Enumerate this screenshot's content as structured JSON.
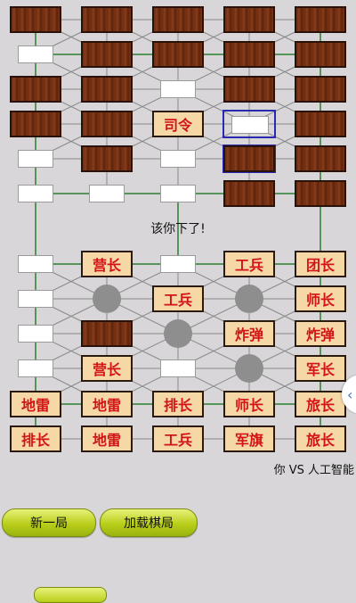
{
  "status_text": "该你下了!",
  "vs_text": "你 VS 人工智能",
  "buttons": {
    "new_game": "新一局",
    "load_game": "加载棋局"
  },
  "colors": {
    "piece_face": "#f6d7a6",
    "piece_text": "#d21414",
    "piece_back": "#7a3416",
    "button": "#c6d62a",
    "camp": "#8e8e8e",
    "rail": "#2e7d32"
  },
  "board": {
    "columns": 5,
    "opponent_rows": [
      [
        "hidden",
        "hidden",
        "hidden",
        "hidden",
        "hidden"
      ],
      [
        "empty",
        "hidden",
        "hidden",
        "hidden",
        "hidden"
      ],
      [
        "hidden",
        "hidden",
        "empty",
        "hidden",
        "hidden"
      ],
      [
        "hidden",
        "hidden",
        "司令",
        "empty-selected",
        "hidden"
      ],
      [
        "empty",
        "hidden",
        "empty",
        "hidden-selected",
        "hidden"
      ],
      [
        "empty",
        "empty",
        "empty",
        "hidden",
        "hidden"
      ]
    ],
    "player_rows": [
      [
        "empty",
        "营长",
        "empty",
        "工兵",
        "团长"
      ],
      [
        "empty",
        "camp",
        "工兵",
        "camp",
        "师长"
      ],
      [
        "empty",
        "hidden",
        "camp",
        "炸弹",
        "炸弹"
      ],
      [
        "empty",
        "营长",
        "empty",
        "camp",
        "军长"
      ],
      [
        "地雷",
        "地雷",
        "排长",
        "师长",
        "旅长"
      ],
      [
        "排长",
        "地雷",
        "工兵",
        "军旗",
        "旅长"
      ]
    ]
  },
  "icons": {
    "side_tab": "chevron-left-icon"
  }
}
